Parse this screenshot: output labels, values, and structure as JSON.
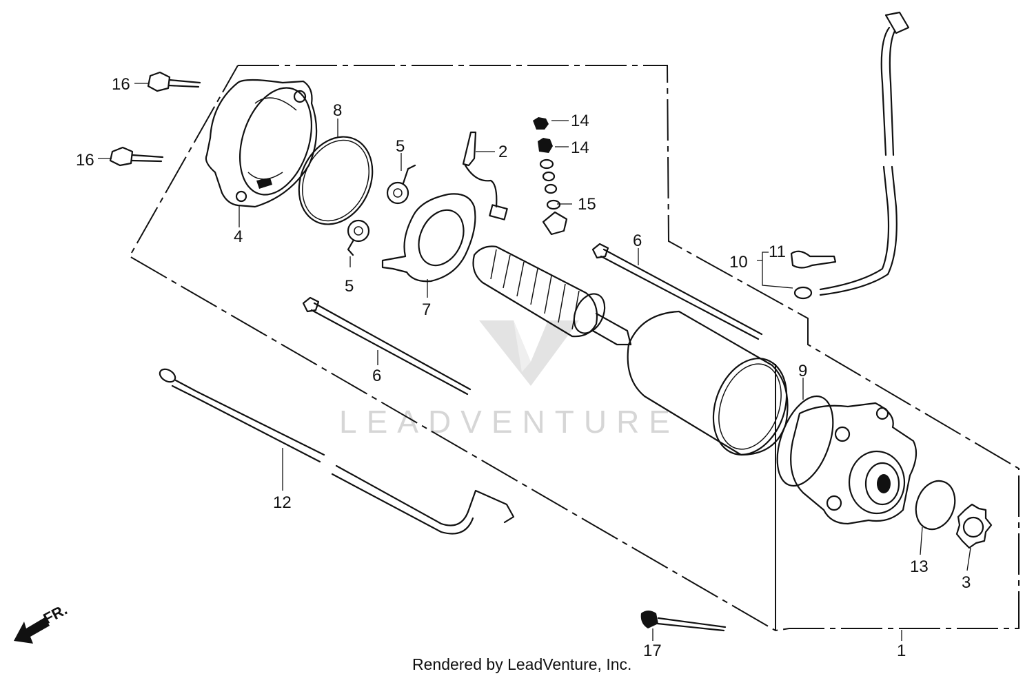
{
  "diagram": {
    "watermark": "LEADVENTURE",
    "credit": "Rendered by LeadVenture, Inc.",
    "direction_label": "FR.",
    "callouts": {
      "c1": "1",
      "c2": "2",
      "c3": "3",
      "c4": "4",
      "c5a": "5",
      "c5b": "5",
      "c6a": "6",
      "c6b": "6",
      "c7": "7",
      "c8": "8",
      "c9": "9",
      "c10": "10",
      "c11": "11",
      "c12": "12",
      "c13": "13",
      "c14a": "14",
      "c14b": "14",
      "c15": "15",
      "c16a": "16",
      "c16b": "16",
      "c17": "17"
    }
  }
}
